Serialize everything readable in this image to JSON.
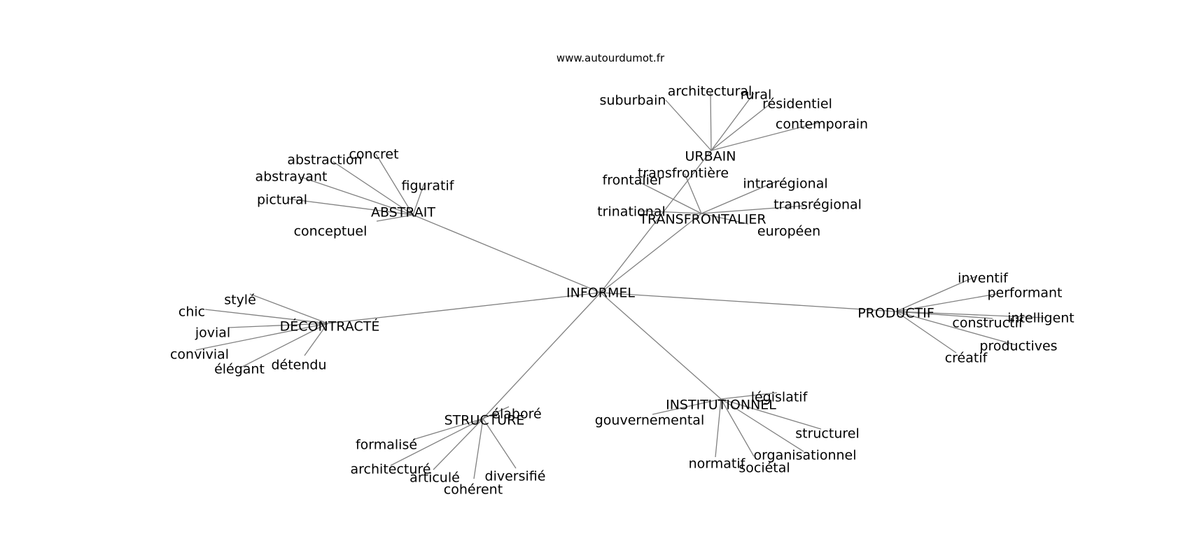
{
  "site": "www.autourdumot.fr",
  "graph": {
    "center": "INFORMEL",
    "groups": [
      {
        "hub": "ABSTRAIT",
        "leaves": [
          "concret",
          "abstraction",
          "abstrayant",
          "figuratif",
          "pictural",
          "conceptuel"
        ]
      },
      {
        "hub": "URBAIN",
        "leaves": [
          "architectural",
          "suburbain",
          "rural",
          "résidentiel",
          "contemporain"
        ]
      },
      {
        "hub": "TRANSFRONTALIER",
        "leaves": [
          "transfrontière",
          "frontalier",
          "intrarégional",
          "transrégional",
          "trinational",
          "européen"
        ]
      },
      {
        "hub": "DÉCONTRACTÉ",
        "leaves": [
          "stylé",
          "chic",
          "jovial",
          "convivial",
          "élégant",
          "détendu"
        ]
      },
      {
        "hub": "PRODUCTIF",
        "leaves": [
          "inventif",
          "performant",
          "constructif",
          "intelligent",
          "productives",
          "créatif"
        ]
      },
      {
        "hub": "STRUCTURE",
        "leaves": [
          "élaboré",
          "formalisé",
          "architecturé",
          "articulé",
          "cohérent",
          "diversifié"
        ]
      },
      {
        "hub": "INSTITUTIONNEL",
        "leaves": [
          "législatif",
          "gouvernemental",
          "structurel",
          "organisationnel",
          "normatif",
          "sociétal"
        ]
      }
    ]
  }
}
